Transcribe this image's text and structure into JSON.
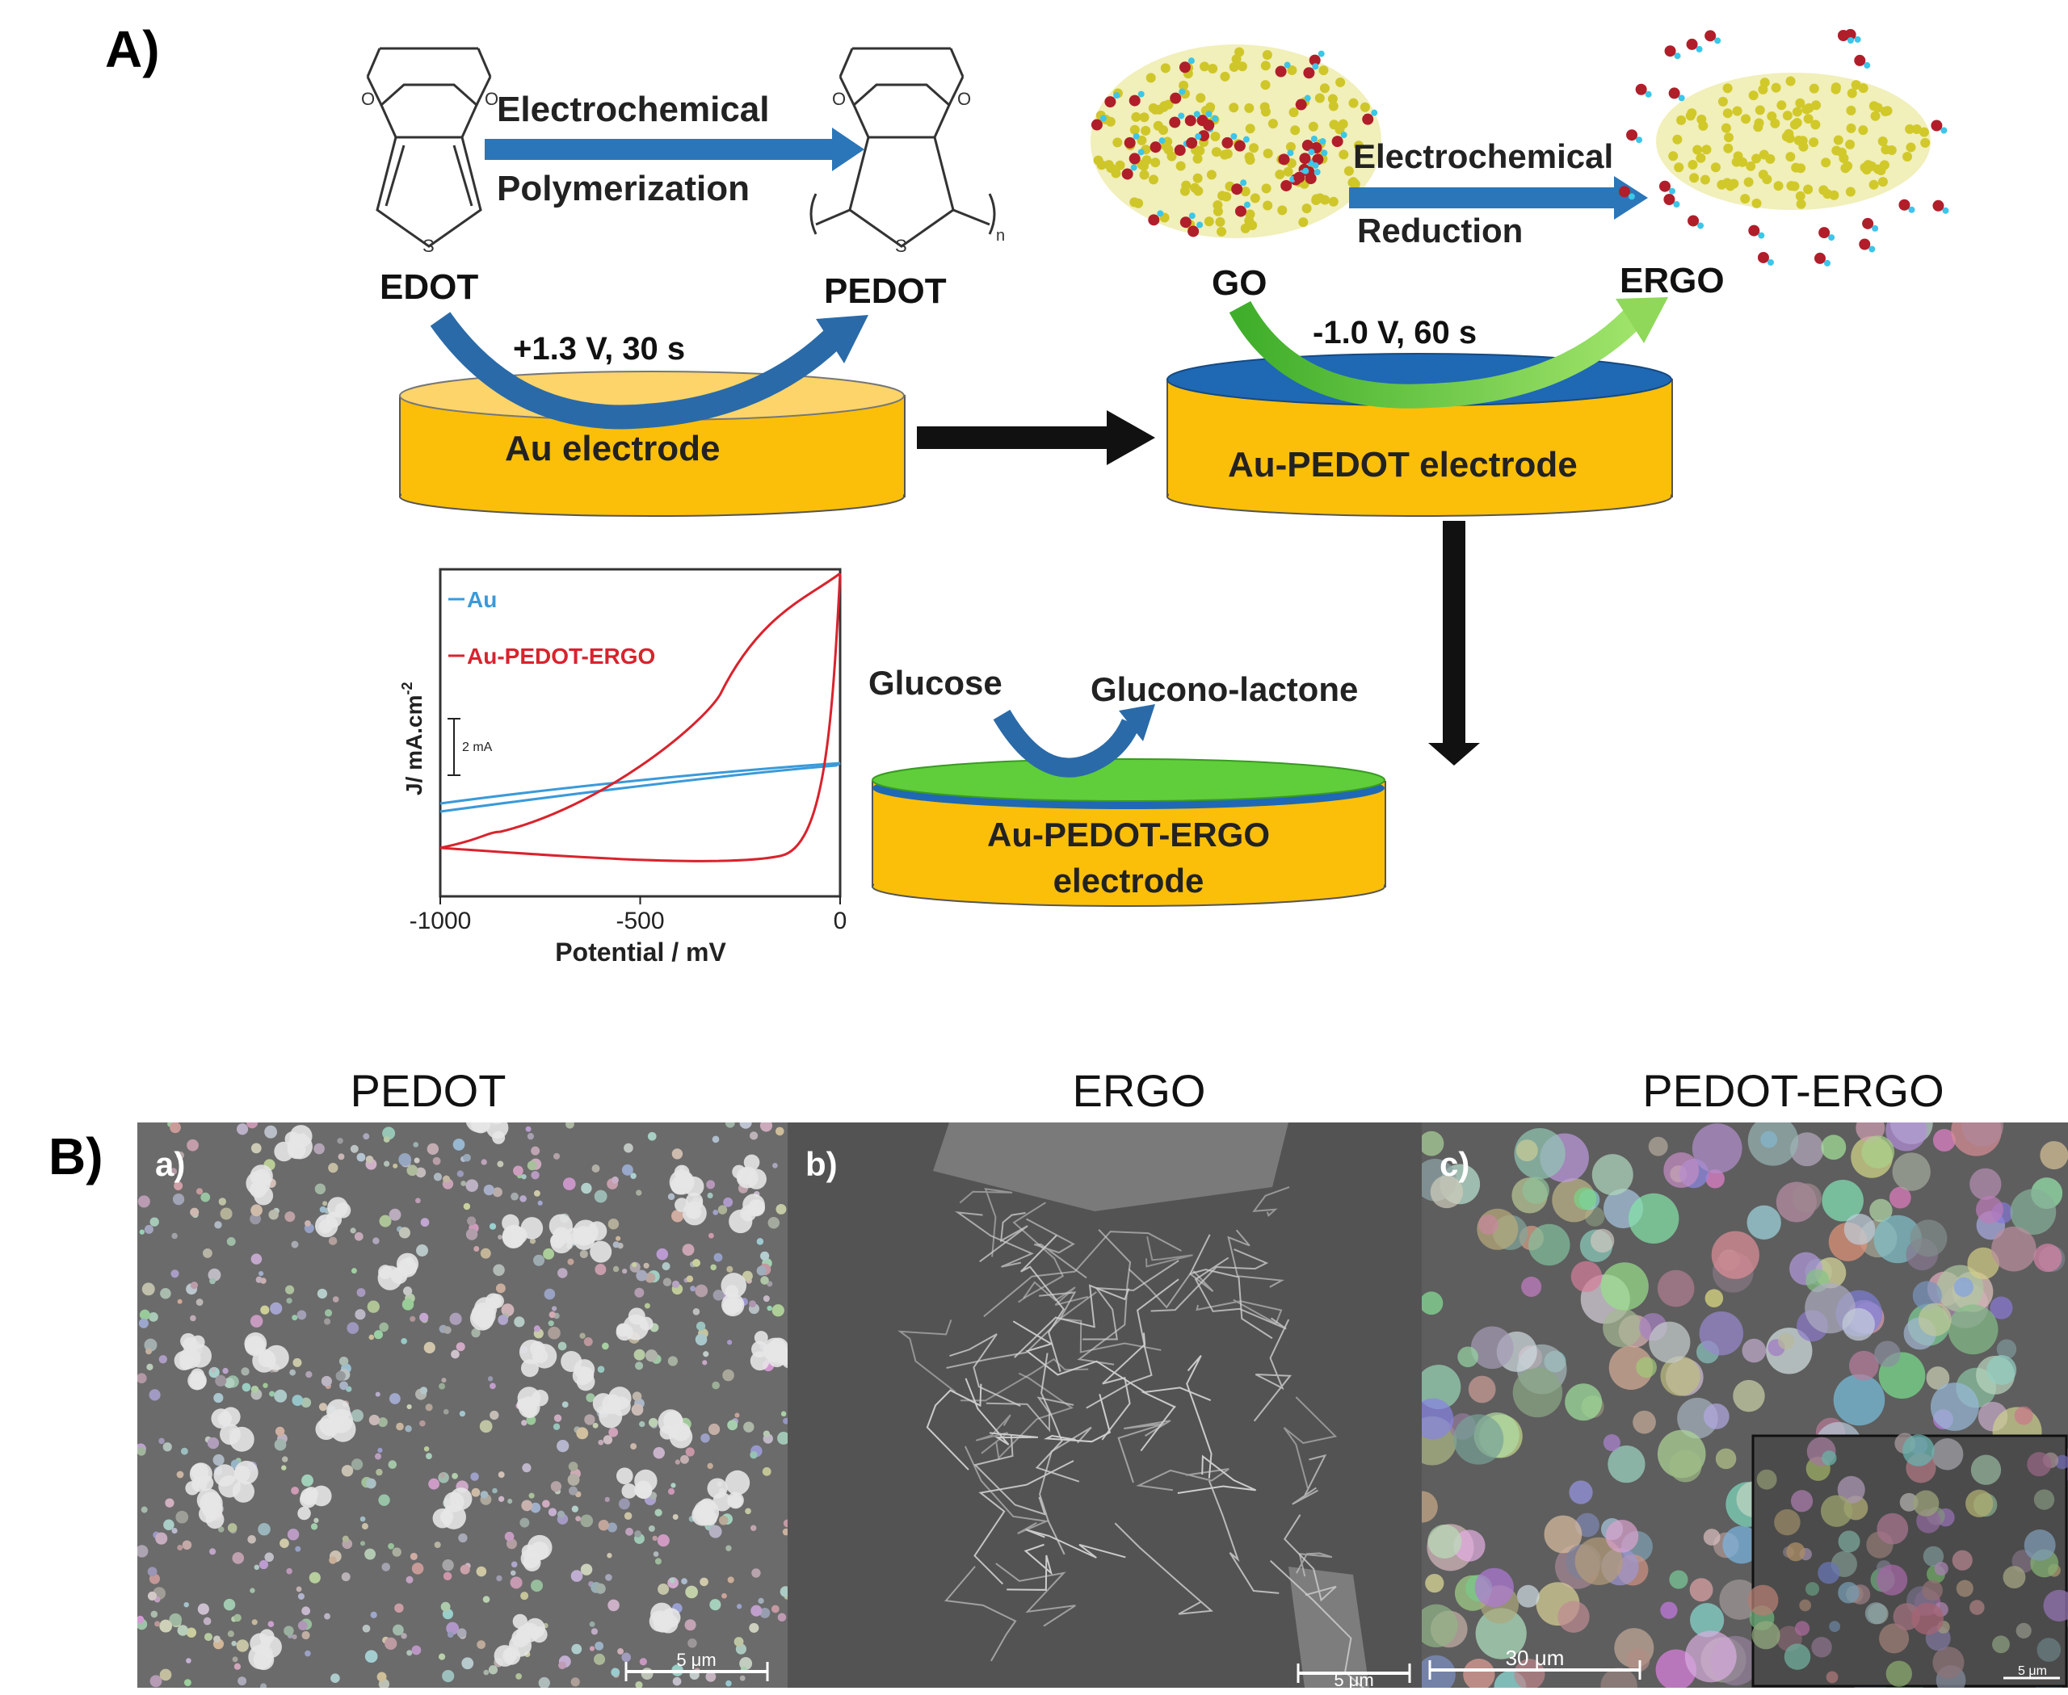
{
  "panels": {
    "a": "A)",
    "b": "B)"
  },
  "scheme": {
    "edot": "EDOT",
    "pedot": "PEDOT",
    "step1_line1": "Electrochemical",
    "step1_line2": "Polymerization",
    "step1_condition": "+1.3 V, 30 s",
    "go": "GO",
    "ergo": "ERGO",
    "step2_line1": "Electrochemical",
    "step2_line2": "Reduction",
    "step2_condition": "-1.0 V, 60 s",
    "electrode1": "Au electrode",
    "electrode2": "Au-PEDOT electrode",
    "electrode3_line1": "Au-PEDOT-ERGO",
    "electrode3_line2": "electrode",
    "glucose": "Glucose",
    "gluconolactone": "Glucono-lactone",
    "sulfur": "S",
    "oxygen": "O",
    "repeat_n": "n"
  },
  "chart_data": {
    "type": "line",
    "xlabel": "Potential / mV",
    "ylabel": "J/ mA.cm",
    "ylabel_sup": "-2",
    "scale_bar_label": "2 mA",
    "x_ticks": [
      "-1000",
      "-500",
      "0"
    ],
    "xlim": [
      -1000,
      0
    ],
    "series": [
      {
        "name": "Au",
        "color": "#3a9ad9"
      },
      {
        "name": "Au-PEDOT-ERGO",
        "color": "#d9232d"
      }
    ]
  },
  "colors": {
    "gold": "#fbbf0a",
    "gold_top": "#fcd46a",
    "blue_film": "#1f68b4",
    "green_film": "#5fce3a",
    "arrow_blue": "#2a76b8",
    "arrow_green": "#6ccb3a"
  },
  "sem": {
    "titles": [
      "PEDOT",
      "ERGO",
      "PEDOT-ERGO"
    ],
    "tags": [
      "a)",
      "b)",
      "c)"
    ],
    "scale_a": "5 μm",
    "scale_b": "5 μm",
    "scale_c": "30 μm",
    "scale_c_inset": "5 μm"
  }
}
